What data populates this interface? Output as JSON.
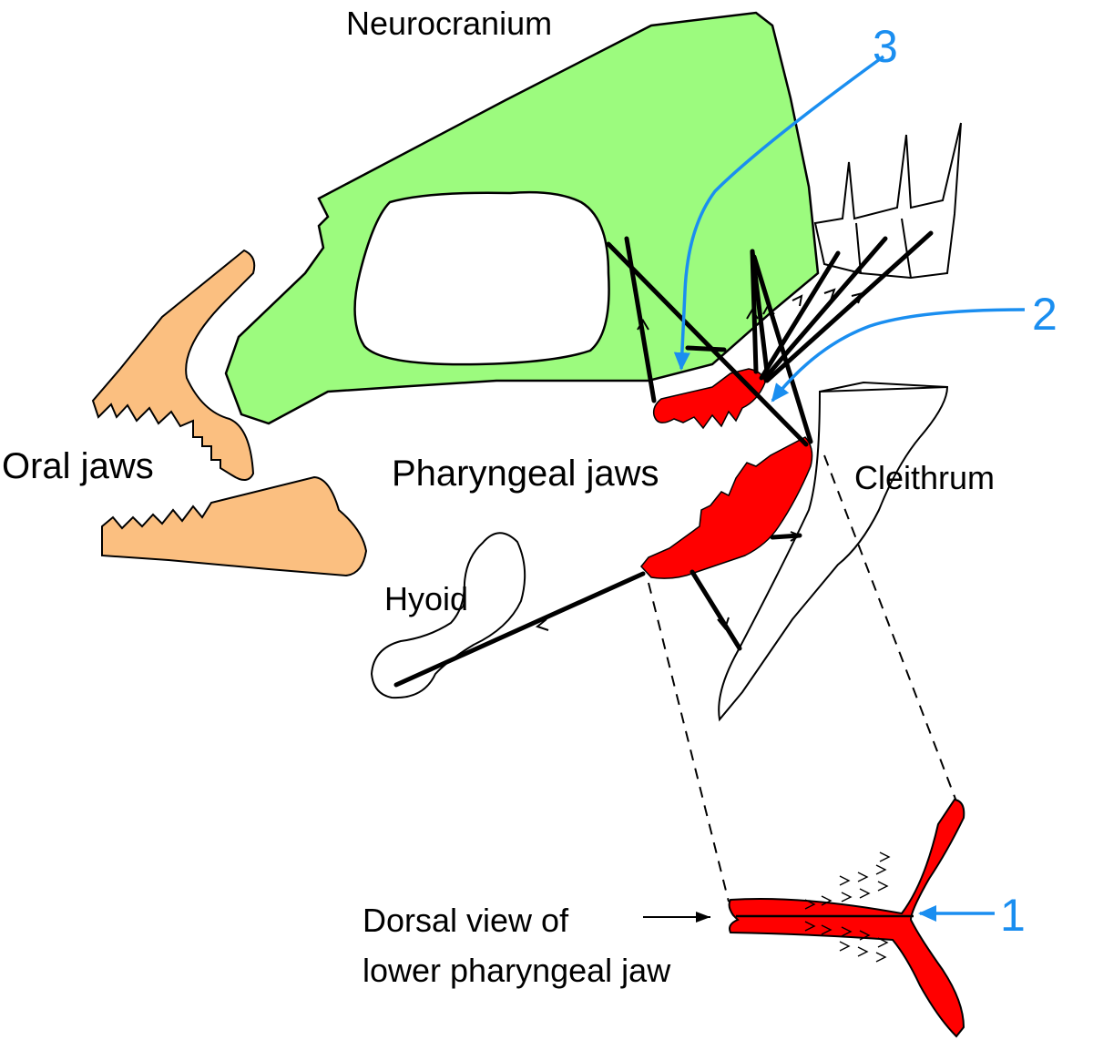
{
  "labels": {
    "neurocranium": "Neurocranium",
    "oral_jaws": "Oral jaws",
    "pharyngeal_jaws": "Pharyngeal jaws",
    "cleithrum": "Cleithrum",
    "hyoid": "Hyoid",
    "dorsal_view_line1": "Dorsal view of",
    "dorsal_view_line2": "lower pharyngeal jaw"
  },
  "callouts": {
    "one": "1",
    "two": "2",
    "three": "3"
  },
  "colors": {
    "neurocranium_fill": "#9cfb7e",
    "oral_jaw_fill": "#fbbf80",
    "pharyngeal_fill": "#ff0000",
    "callout_blue": "#1a8ef0",
    "outline": "#000000"
  }
}
